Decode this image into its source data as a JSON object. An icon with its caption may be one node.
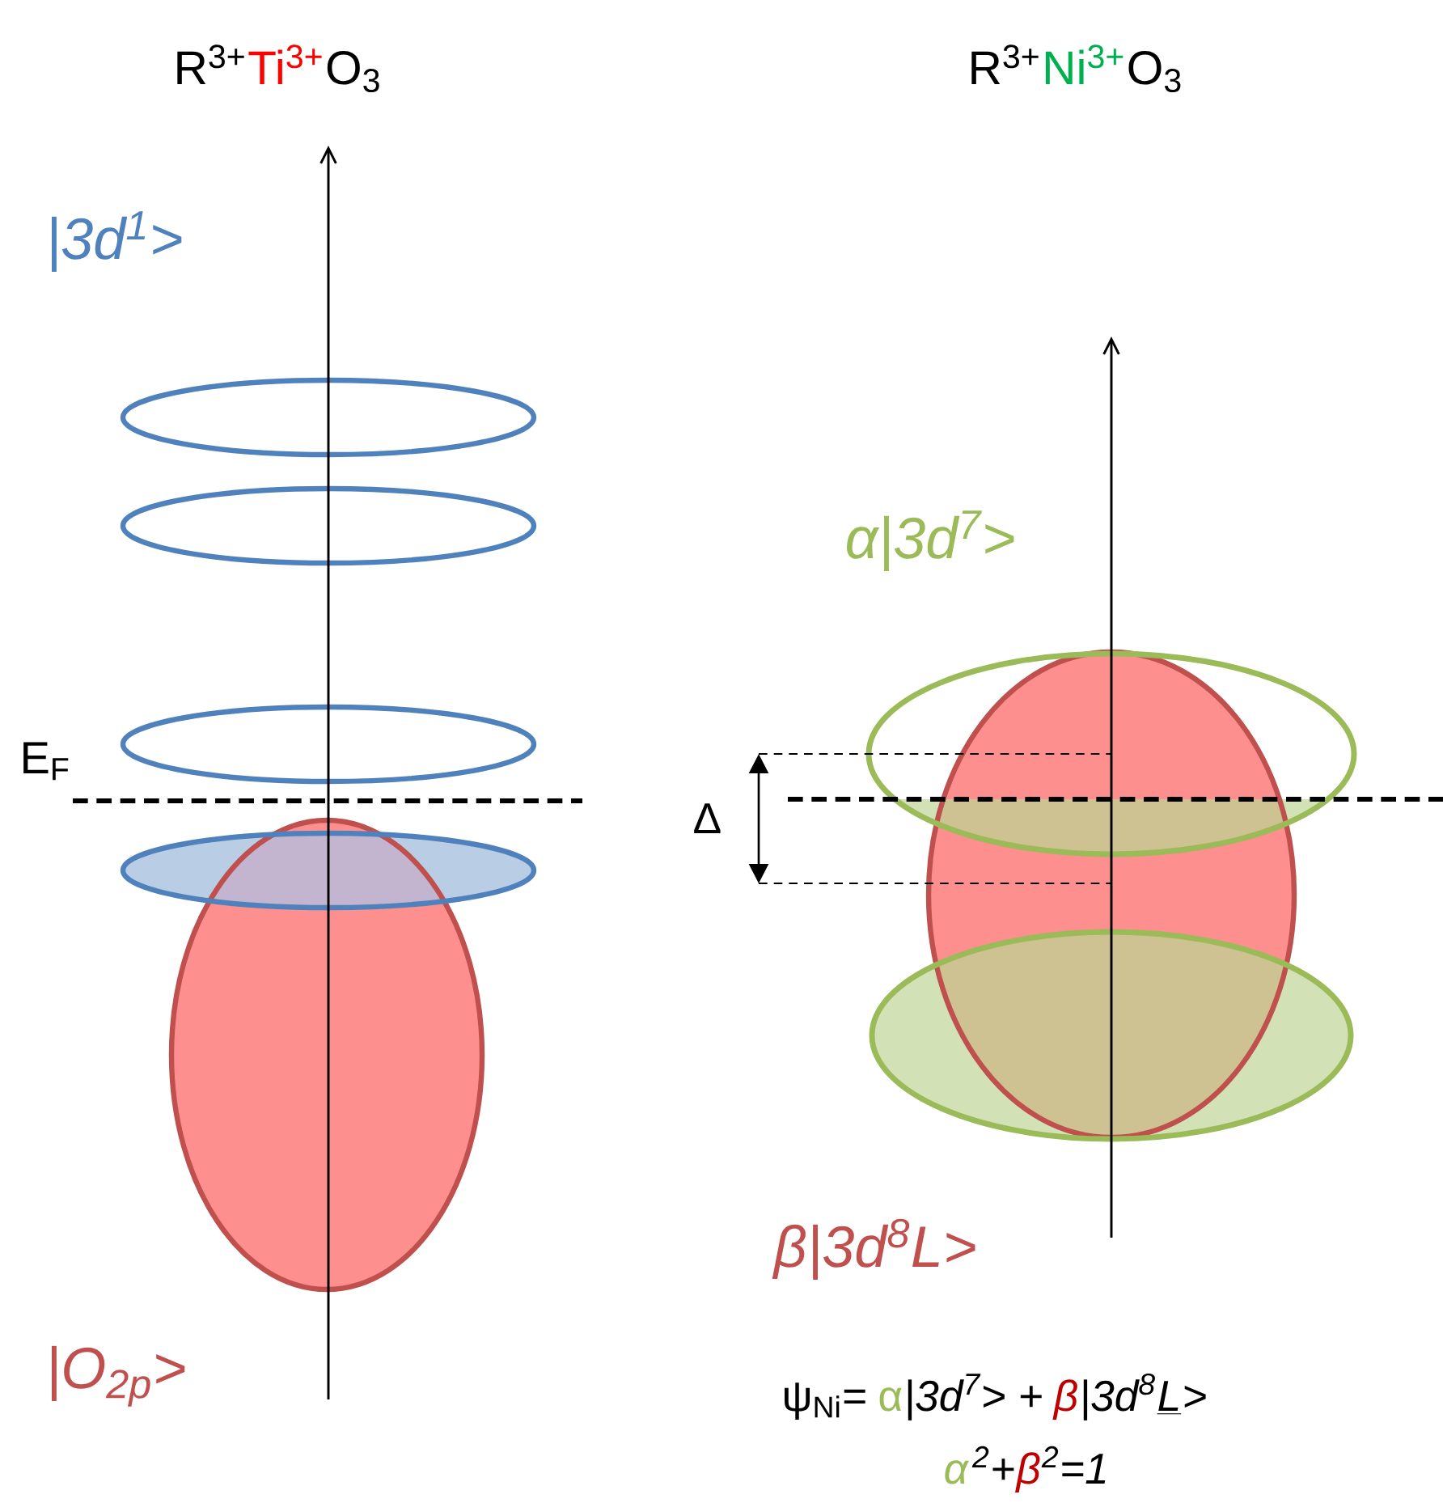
{
  "diagram": {
    "labels": [
      "R$^{3+}$",
      "Ti$^{3+}$",
      "O$_{3}$",
      "R$^{3+}$",
      "Ni$^{3+}$",
      "O$_{3}$",
      "|3d$^{1}$>",
      "E$_{F}$",
      "|O$_{2p}$>",
      "α|3d$^{7}$>",
      "Δ",
      "β|3d$^{8}$L>",
      "ψ$_{Ni}$=",
      "α",
      "|3d$^{7}$> +",
      "β",
      "|3d$^{8}$",
      "L",
      ">",
      "α",
      "$^{2}$+",
      "β",
      "$^{2}$=1"
    ]
  }
}
